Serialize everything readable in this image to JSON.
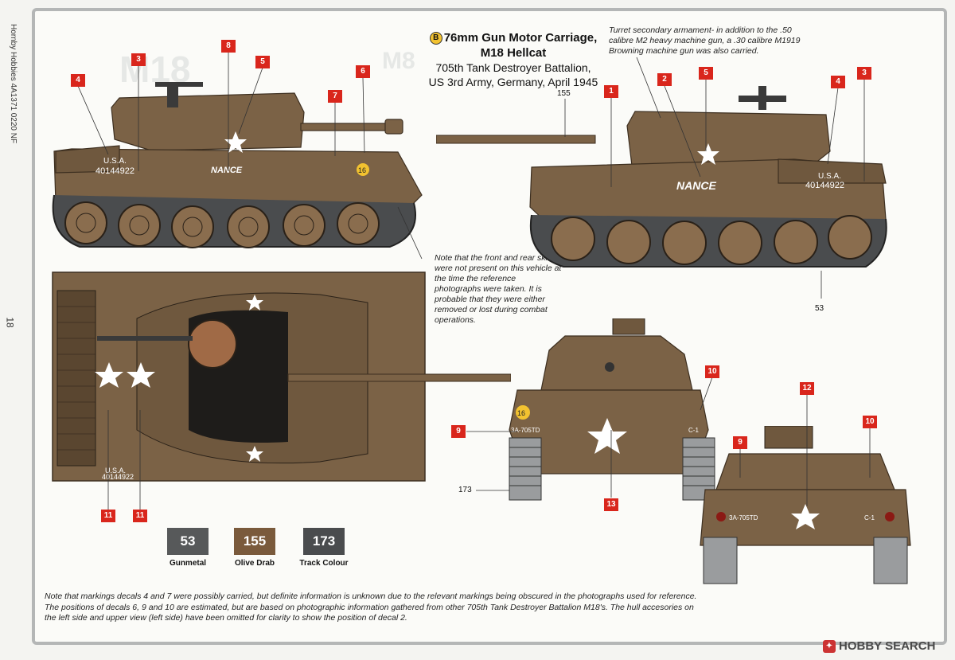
{
  "sidebar": {
    "publisher_text": "Hornby Hobbies 4A1371 0220 NF",
    "page_number": "18"
  },
  "title": {
    "badge": "B",
    "line1": "76mm Gun Motor Carriage,",
    "line2": "M18 Hellcat",
    "line3": "705th Tank Destroyer Battalion,",
    "line4": "US 3rd Army, Germany, April 1945"
  },
  "notes": {
    "turret": "Turret secondary armament- in addition to the .50 calibre M2 heavy machine gun, a .30 calibre M1919 Browning machine gun was also carried.",
    "skirts": "Note that the front and rear skirts were not present on this vehicle at the time the reference photographs were taken. It is probable that they were either removed or lost during combat operations."
  },
  "callouts": {
    "c1": "1",
    "c2": "2",
    "c3": "3",
    "c4": "4",
    "c5": "5",
    "c6": "6",
    "c7": "7",
    "c8": "8",
    "c9": "9",
    "c10": "10",
    "c11": "11",
    "c12": "12",
    "c13": "13"
  },
  "paint_codes": {
    "c155": "155",
    "c53": "53",
    "c173": "173"
  },
  "markings": {
    "serial": "40144922",
    "usa": "U.S.A.",
    "name": "NANCE",
    "unit": "3A-705TD",
    "number": "16",
    "bumper_right": "C-1"
  },
  "colours": [
    {
      "code": "53",
      "name": "Gunmetal",
      "hex": "#57595a"
    },
    {
      "code": "155",
      "name": "Olive Drab",
      "hex": "#7a5a3c"
    },
    {
      "code": "173",
      "name": "Track Colour",
      "hex": "#4a4c4e"
    }
  ],
  "hull_colour": "#7b6246",
  "footer": "Note that markings decals 4 and 7 were possibly carried, but definite information is unknown due to the relevant markings being obscured in the photographs used for reference. The positions of decals 6, 9 and 10 are estimated, but are based on photographic information gathered from other 705th Tank Destroyer Battalion M18's. The hull accesories on the left side and upper view (left side) have been omitted for clarity to show the position of decal 2.",
  "watermark": "HOBBY SEARCH"
}
